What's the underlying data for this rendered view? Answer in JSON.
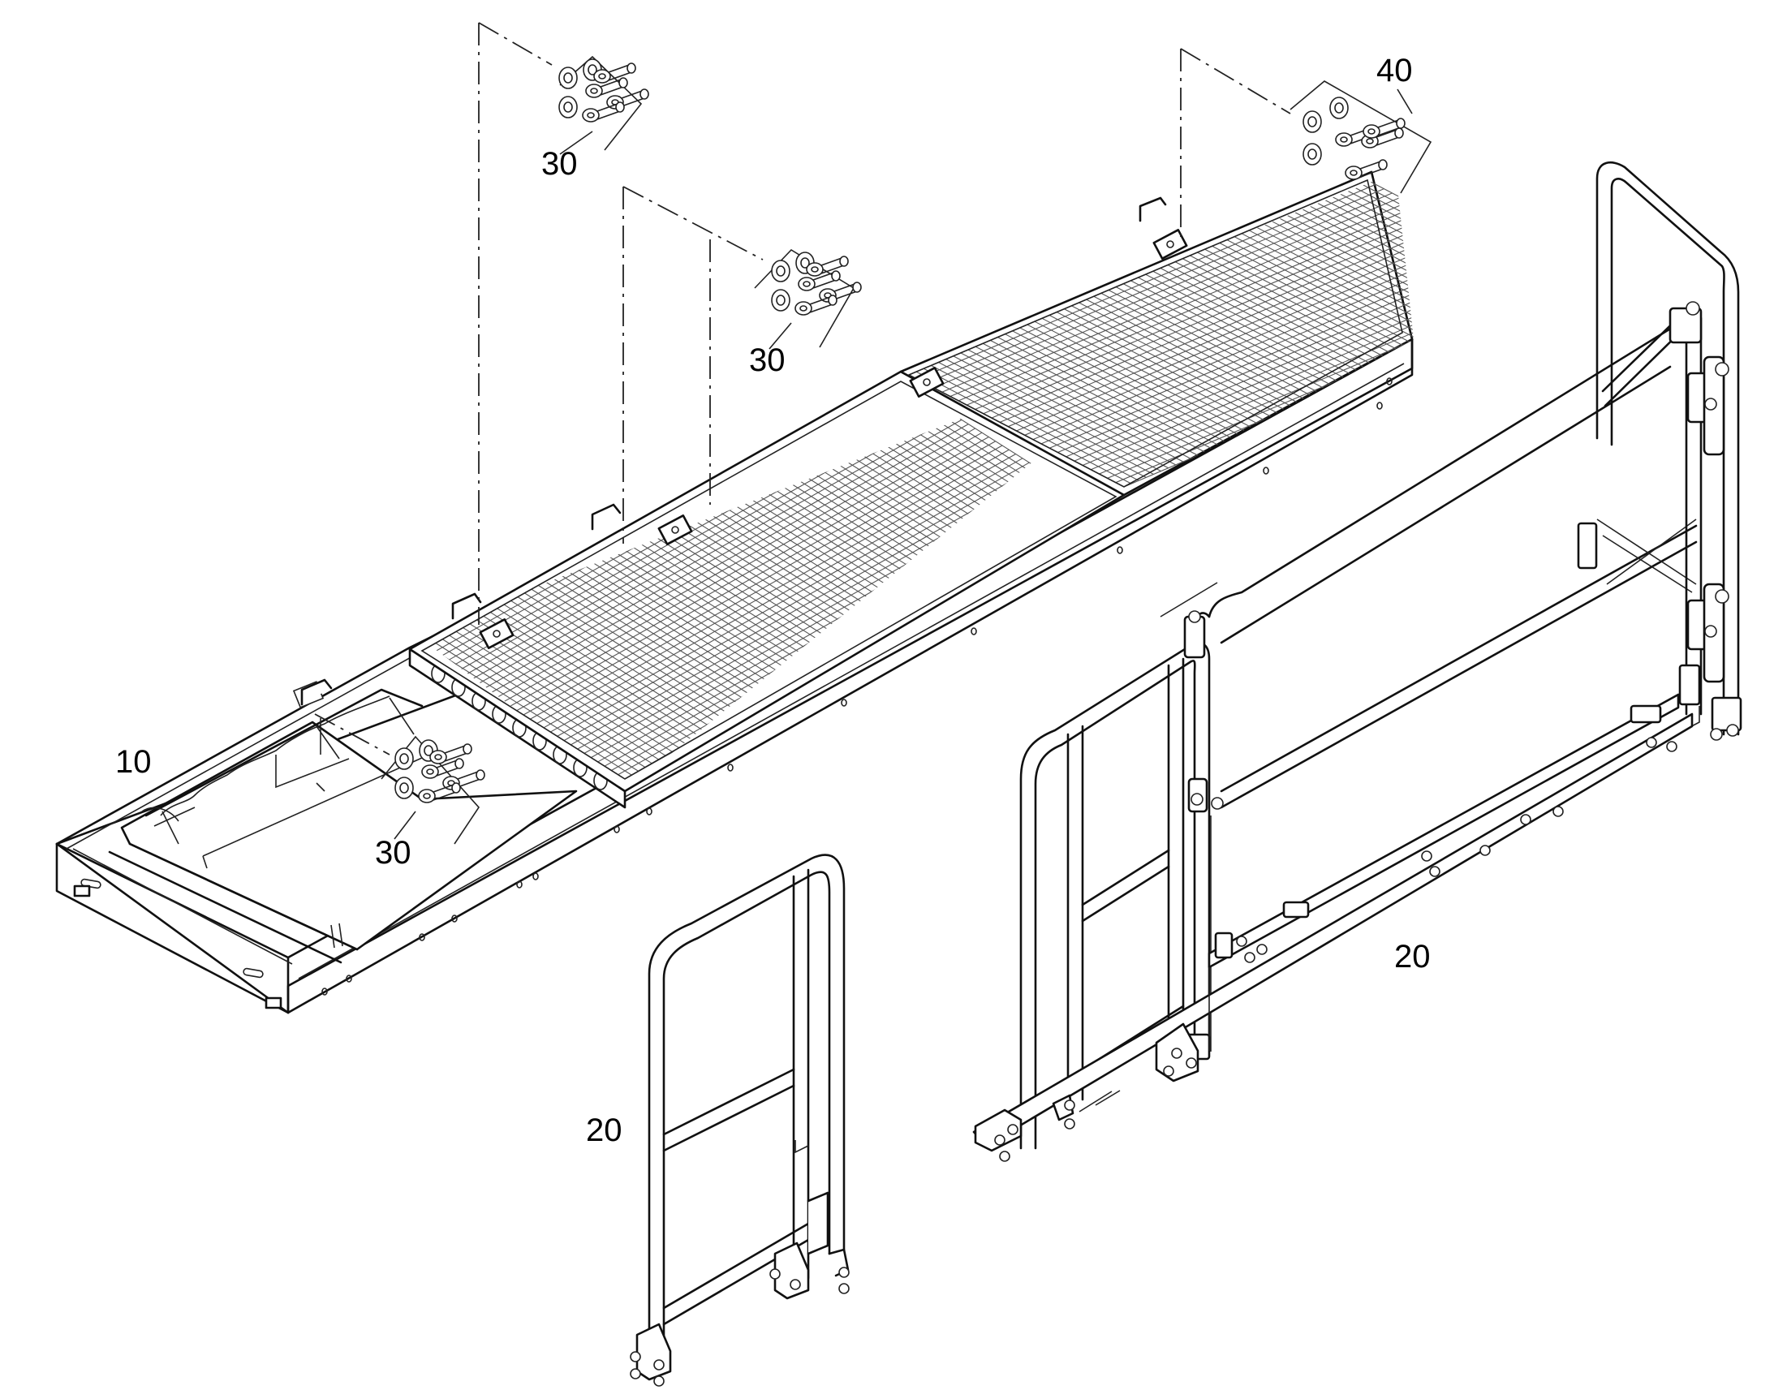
{
  "callouts": {
    "frame": "10",
    "railing_left": "20",
    "railing_right": "20",
    "hardware_top": "30",
    "hardware_mid": "30",
    "hardware_low": "30",
    "hardware_right": "40"
  },
  "colors": {
    "line": "#111111",
    "background": "#ffffff"
  }
}
